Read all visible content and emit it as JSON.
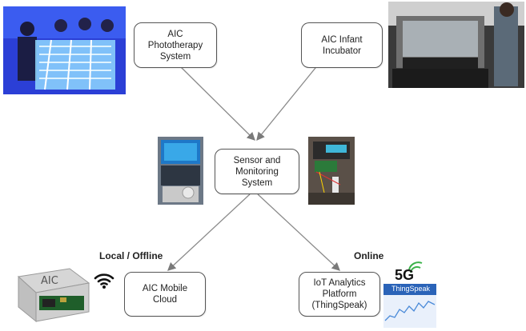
{
  "nodes": {
    "phototherapy": "AIC\nPhototherapy\nSystem",
    "incubator": "AIC Infant\nIncubator",
    "sensor": "Sensor and\nMonitoring\nSystem",
    "mobile_cloud": "AIC Mobile\nCloud",
    "iot": "IoT Analytics\nPlatform\n(ThingSpeak)"
  },
  "labels": {
    "local": "Local / Offline",
    "online": "Online"
  },
  "photos": {
    "device_text": "AIC",
    "fiveg": "5G",
    "thingspeak": "ThingSpeak"
  },
  "colors": {
    "arrow": "#8a8a8a",
    "box_border": "#555555",
    "phototherapy_blue": "#2f5dff",
    "thingspeak_blue": "#2a63b8",
    "fiveg_green": "#3bb34a"
  }
}
